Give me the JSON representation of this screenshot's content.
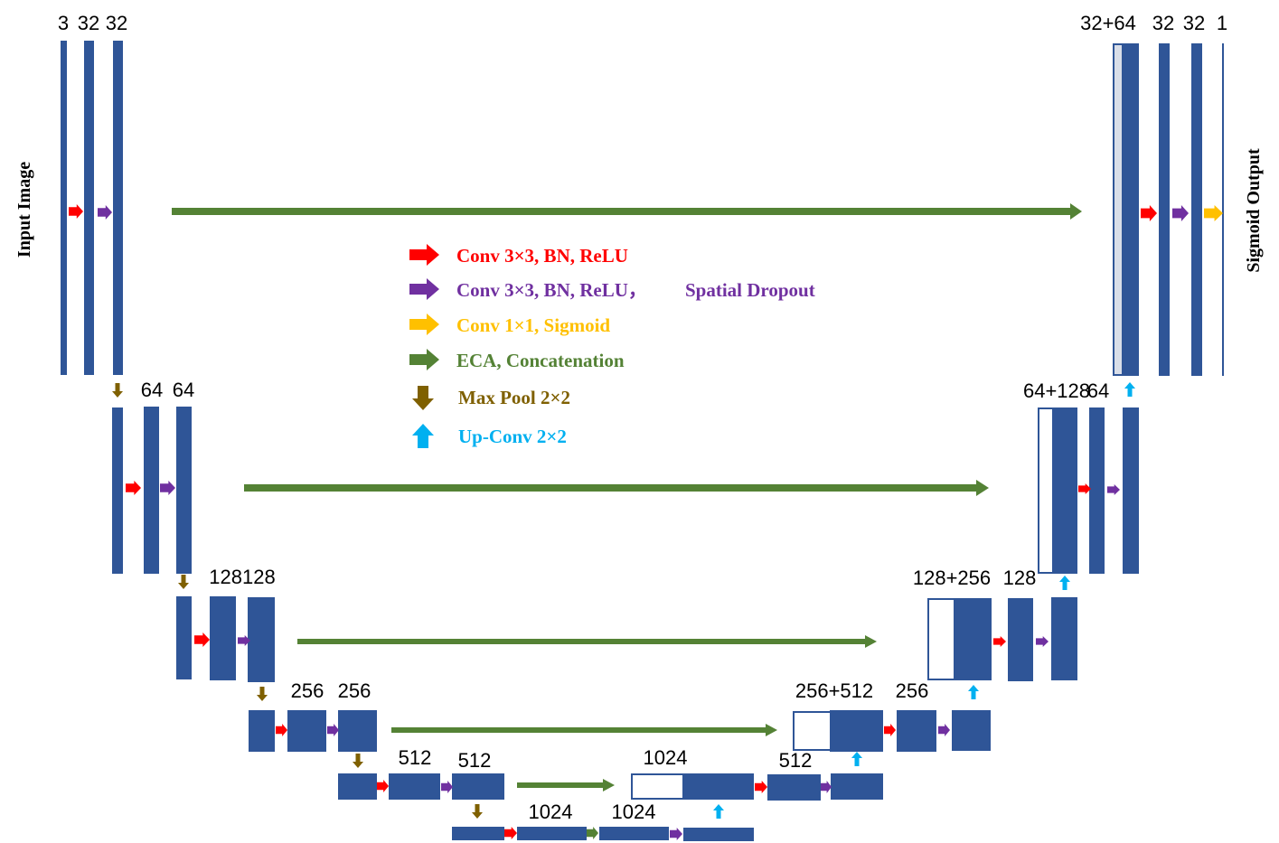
{
  "colors": {
    "block": "#2f5597",
    "conv_bn_relu": "#ff0000",
    "conv_dropout": "#7030a0",
    "conv_sigmoid": "#ffc000",
    "eca_concat": "#548235",
    "max_pool": "#7f6000",
    "up_conv": "#00b0f0"
  },
  "side_labels": {
    "input": "Input Image",
    "output": "Sigmoid Output"
  },
  "legend": {
    "conv_bn_relu": "Conv 3×3, BN, ReLU",
    "conv_dropout_a": "Conv 3×3, BN, ReLU，",
    "conv_dropout_b": "Spatial Dropout",
    "conv_sigmoid": "Conv 1×1, Sigmoid",
    "eca_concat": "ECA, Concatenation",
    "max_pool": "Max Pool 2×2",
    "up_conv": "Up-Conv 2×2"
  },
  "labels": {
    "l1_in": "3",
    "l1_a": "32",
    "l1_b": "32",
    "r1_cat": "32+64",
    "r1_a": "32",
    "r1_b": "32",
    "r1_out": "1",
    "l2_a": "64",
    "l2_b": "64",
    "r2_cat": "64+128",
    "r2_a": "64",
    "l3": "128128",
    "r3_cat": "128+256",
    "r3_a": "128",
    "l4_a": "256",
    "l4_b": "256",
    "r4_cat": "256+512",
    "r4_a": "256",
    "l5_a": "512",
    "l5_b": "512",
    "r5_cat": "1024",
    "r5_a": "512",
    "bot_a": "1024",
    "bot_b": "1024"
  }
}
